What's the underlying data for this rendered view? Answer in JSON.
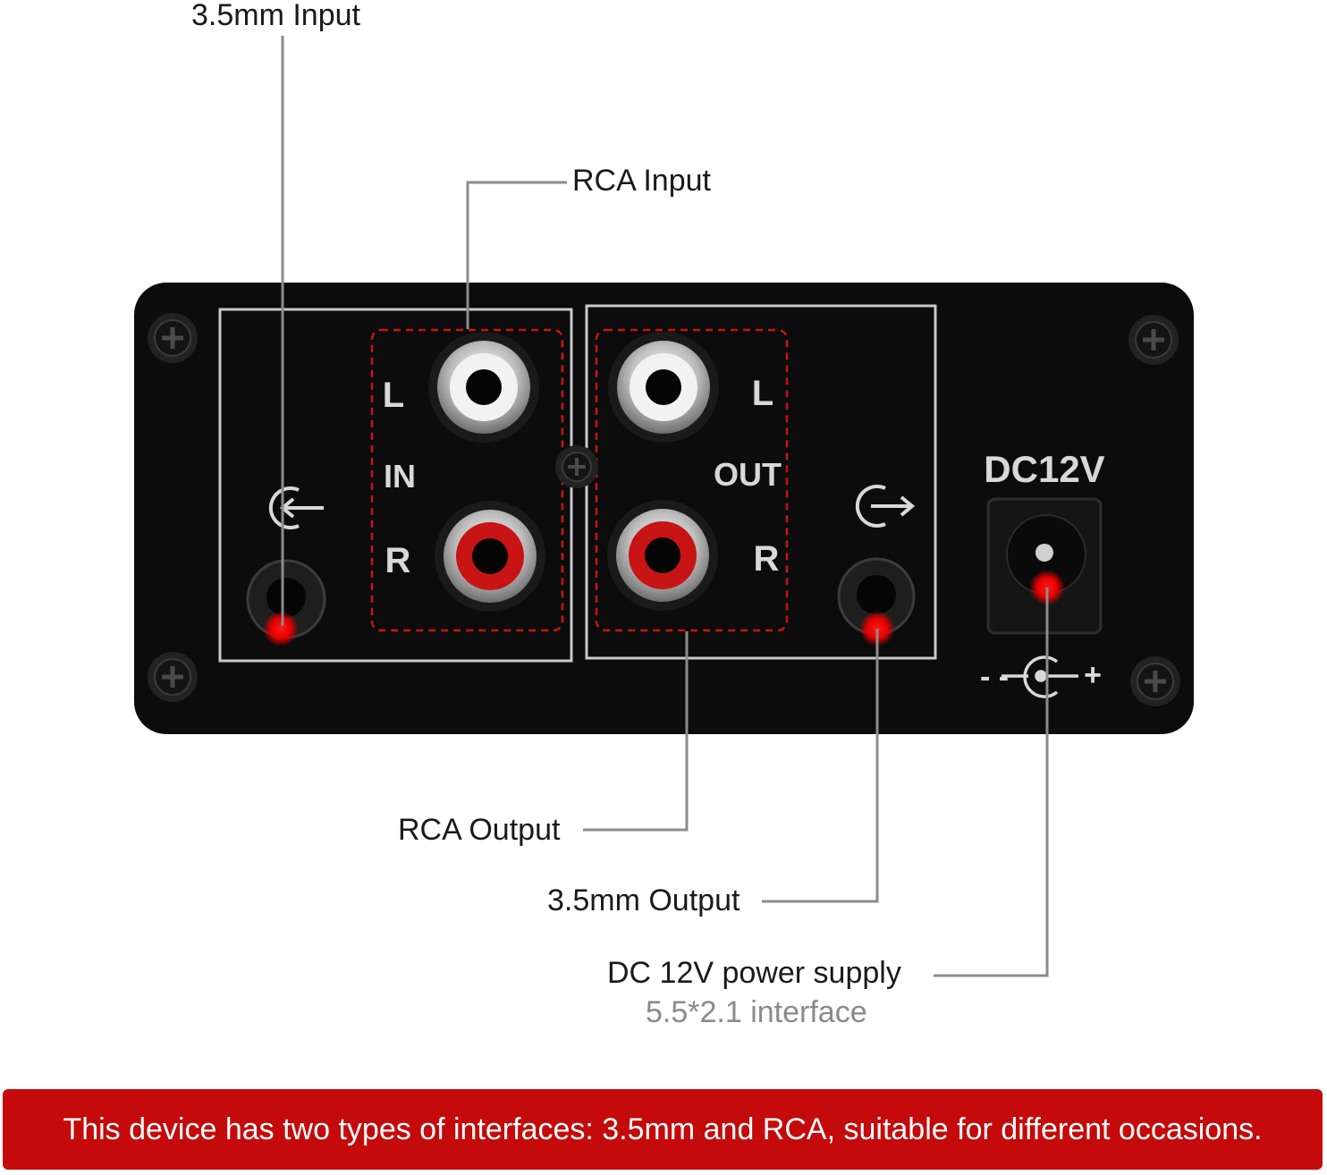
{
  "callouts": {
    "input_35mm": "3.5mm Input",
    "rca_input": "RCA Input",
    "rca_output": "RCA Output",
    "output_35mm": "3.5mm Output",
    "dc_power": "DC 12V power supply",
    "dc_interface": "5.5*2.1 interface"
  },
  "panel_labels": {
    "in_left": "L",
    "in_label": "IN",
    "in_right": "R",
    "out_left": "L",
    "out_label": "OUT",
    "out_right": "R",
    "dc_label": "DC12V",
    "polarity_minus": "- -",
    "polarity_plus": "+"
  },
  "banner": {
    "text": "This device has two types of interfaces: 3.5mm and RCA, suitable for different occasions."
  },
  "colors": {
    "panel": "#0c0c0c",
    "banner": "#c40a0a",
    "rca_red": "#c81414",
    "rca_white": "#f2f2f2",
    "marker": "#e60000"
  }
}
